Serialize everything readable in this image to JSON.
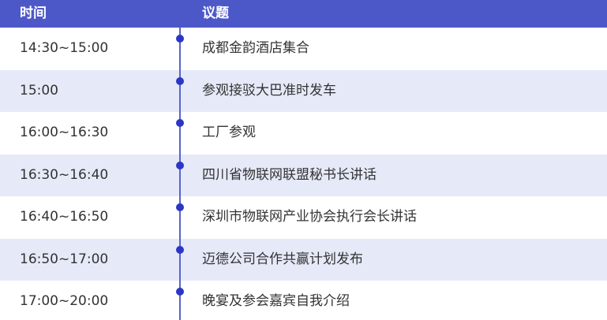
{
  "header": {
    "time_label": "时间",
    "topic_label": "议题"
  },
  "rows": [
    {
      "time": "14:30~15:00",
      "topic": "成都金韵酒店集合"
    },
    {
      "time": "15:00",
      "topic": "参观接驳大巴准时发车"
    },
    {
      "time": "16:00~16:30",
      "topic": "工厂参观"
    },
    {
      "time": "16:30~16:40",
      "topic": "四川省物联网联盟秘书长讲话"
    },
    {
      "time": "16:40~16:50",
      "topic": "深圳市物联网产业协会执行会长讲话"
    },
    {
      "time": "16:50~17:00",
      "topic": "迈德公司合作共赢计划发布"
    },
    {
      "time": "17:00~20:00",
      "topic": "晚宴及参会嘉宾自我介绍"
    }
  ],
  "colors": {
    "header_bg": "#4d58c8",
    "alt_row_bg": "#e6e9f8",
    "timeline": "#5964cc",
    "dot": "#2b37c4"
  }
}
